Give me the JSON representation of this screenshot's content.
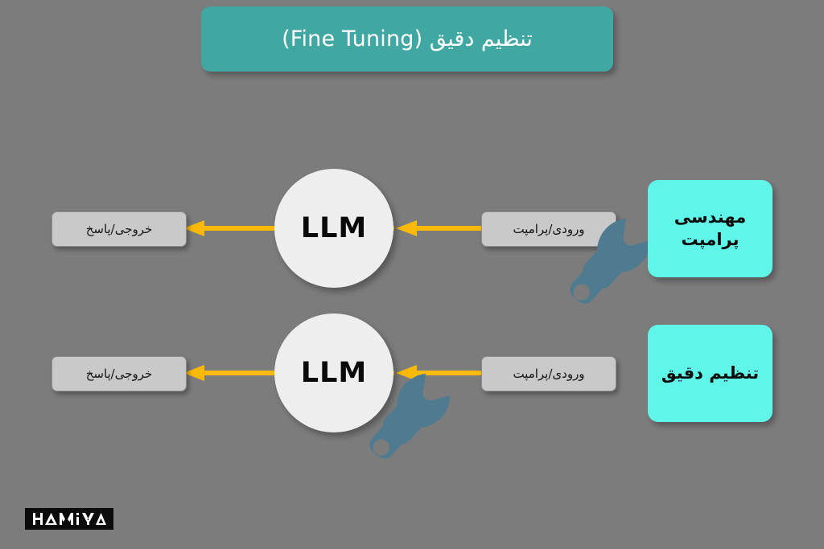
{
  "page": {
    "background_color": "#7c7c7c",
    "direction": "rtl",
    "language": "fa"
  },
  "title": {
    "text": "تنظیم دقیق (Fine Tuning)",
    "background_color": "#41a7a2",
    "text_color": "#ffffff"
  },
  "colors": {
    "background": "#7c7c7c",
    "title_teal": "#41a7a2",
    "card_cyan": "#5ff6e9",
    "arrow_amber": "#fbba07",
    "box_gray": "#c9c9c9",
    "circle_white": "#eeeeee",
    "wrench_slate": "#4e7b90",
    "logo_black": "#0b0b0b"
  },
  "rows": [
    {
      "id": "row-prompt-engineering",
      "card_label": "مهندسی\nپرامپت",
      "card_label_line1": "مهندسی",
      "card_label_line2": "پرامپت",
      "input_label": "ورودی/پرامپت",
      "model_label": "LLM",
      "output_label": "خروجی/پاسخ",
      "wrench_position": "between-input-and-card"
    },
    {
      "id": "row-fine-tuning",
      "card_label": "تنظیم دقیق",
      "card_label_line1": "تنظیم دقیق",
      "card_label_line2": "",
      "input_label": "ورودی/پرامپت",
      "model_label": "LLM",
      "output_label": "خروجی/پاسخ",
      "wrench_position": "on-model-circle"
    }
  ],
  "icons": {
    "wrench": "wrench-icon",
    "arrow": "arrow-left-icon"
  },
  "logo": {
    "text": "HAMIYA",
    "background_color": "#0b0b0b",
    "text_color": "#ffffff"
  }
}
